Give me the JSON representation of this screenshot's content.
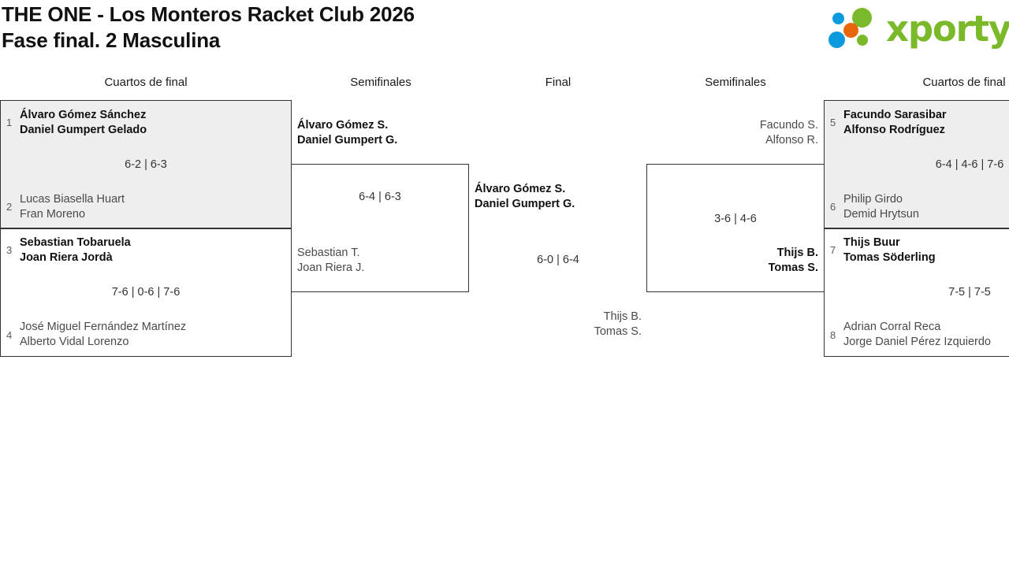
{
  "header": {
    "title_line1": "THE ONE - Los Monteros Racket Club 2026",
    "title_line2": "Fase final. 2 Masculina",
    "logo_text": "xporty",
    "logo_colors": {
      "green": "#7ab929",
      "blue": "#0b9ade",
      "orange": "#e8670c"
    }
  },
  "rounds": [
    {
      "label": "Cuartos de final",
      "side": "left"
    },
    {
      "label": "Semifinales",
      "side": "left"
    },
    {
      "label": "Final",
      "side": "center"
    },
    {
      "label": "Semifinales",
      "side": "right"
    },
    {
      "label": "Cuartos de final",
      "side": "right"
    }
  ],
  "matches": {
    "qf1": {
      "score": "6-2 | 6-3",
      "top": {
        "seed": "1",
        "p1": "Álvaro Gómez Sánchez",
        "p2": "Daniel Gumpert Gelado",
        "winner": true
      },
      "bottom": {
        "seed": "2",
        "p1": "Lucas Biasella Huart",
        "p2": "Fran Moreno",
        "winner": false
      }
    },
    "qf2": {
      "score": "7-6 | 0-6 | 7-6",
      "top": {
        "seed": "3",
        "p1": "Sebastian Tobaruela",
        "p2": "Joan Riera Jordà",
        "winner": true
      },
      "bottom": {
        "seed": "4",
        "p1": "José Miguel Fernández Martínez",
        "p2": "Alberto Vidal Lorenzo",
        "winner": false
      }
    },
    "qf3": {
      "score": "6-4 | 4-6 | 7-6",
      "top": {
        "seed": "5",
        "p1": "Facundo Sarasibar",
        "p2": "Alfonso Rodríguez",
        "winner": true
      },
      "bottom": {
        "seed": "6",
        "p1": "Philip Girdo",
        "p2": "Demid Hrytsun",
        "winner": false
      }
    },
    "qf4": {
      "score": "7-5 | 7-5",
      "top": {
        "seed": "7",
        "p1": "Thijs Buur",
        "p2": "Tomas Söderling",
        "winner": true
      },
      "bottom": {
        "seed": "8",
        "p1": "Adrian Corral Reca",
        "p2": "Jorge Daniel Pérez Izquierdo",
        "winner": false
      }
    },
    "sf_left": {
      "score": "6-4 | 6-3",
      "top": {
        "p1": "Álvaro Gómez S.",
        "p2": "Daniel Gumpert G.",
        "winner": true
      },
      "bottom": {
        "p1": "Sebastian T.",
        "p2": "Joan Riera J.",
        "winner": false
      }
    },
    "sf_right": {
      "score": "3-6 | 4-6",
      "top": {
        "p1": "Facundo S.",
        "p2": "Alfonso R.",
        "winner": false
      },
      "bottom": {
        "p1": "Thijs B.",
        "p2": "Tomas S.",
        "winner": true
      }
    },
    "final": {
      "score": "6-0 | 6-4",
      "top": {
        "p1": "Álvaro Gómez S.",
        "p2": "Daniel Gumpert G.",
        "winner": true
      },
      "bottom": {
        "p1": "Thijs B.",
        "p2": "Tomas S.",
        "winner": false
      }
    }
  }
}
